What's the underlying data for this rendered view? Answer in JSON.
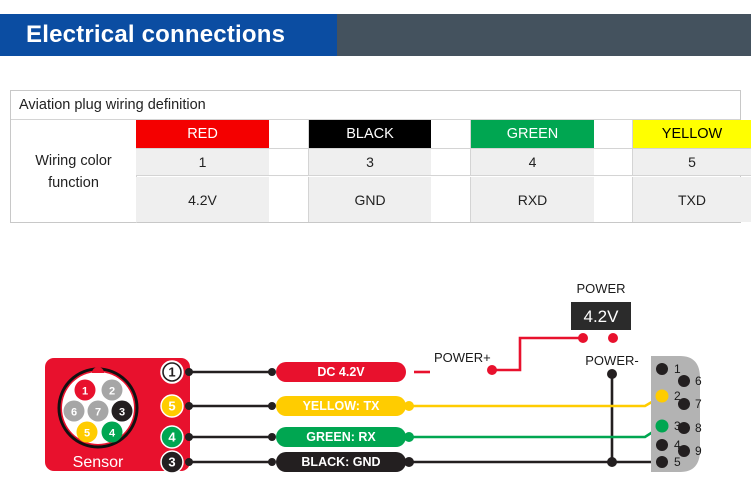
{
  "header": {
    "title": "Electrical connections",
    "bar_blue": "#0b4da2",
    "bar_gray": "#44525e"
  },
  "table": {
    "caption": "Aviation plug wiring definition",
    "row_label_line1": "Wiring color",
    "row_label_line2": "function",
    "columns": [
      {
        "color_name": "RED",
        "color_hex": "#f40000",
        "text_hex": "#ffffff",
        "pin": "1",
        "function": "4.2V"
      },
      {
        "color_name": "BLACK",
        "color_hex": "#000000",
        "text_hex": "#ffffff",
        "pin": "3",
        "function": "GND"
      },
      {
        "color_name": "GREEN",
        "color_hex": "#00a651",
        "text_hex": "#ffffff",
        "pin": "4",
        "function": "RXD"
      },
      {
        "color_name": "YELLOW",
        "color_hex": "#ffff00",
        "text_hex": "#000000",
        "pin": "5",
        "function": "TXD"
      }
    ]
  },
  "diagram": {
    "sensor": {
      "label": "Sensor",
      "body_hex": "#e8112d",
      "inner_pins": [
        {
          "num": "1",
          "hex": "#e8112d",
          "text": "#ffffff"
        },
        {
          "num": "2",
          "hex": "#a6a6a6",
          "text": "#ffffff"
        },
        {
          "num": "6",
          "hex": "#a6a6a6",
          "text": "#ffffff"
        },
        {
          "num": "7",
          "hex": "#a6a6a6",
          "text": "#ffffff"
        },
        {
          "num": "3",
          "hex": "#231f20",
          "text": "#ffffff"
        },
        {
          "num": "5",
          "hex": "#ffcc00",
          "text": "#ffffff"
        },
        {
          "num": "4",
          "hex": "#00a651",
          "text": "#ffffff"
        }
      ],
      "outlet_pins": [
        {
          "num": "1",
          "fill": "#ffffff",
          "text": "#231f20"
        },
        {
          "num": "5",
          "fill": "#ffcc00",
          "text": "#ffffff"
        },
        {
          "num": "4",
          "fill": "#00a651",
          "text": "#ffffff"
        },
        {
          "num": "3",
          "fill": "#231f20",
          "text": "#ffffff"
        }
      ]
    },
    "wires": [
      {
        "label": "DC 4.2V",
        "hex": "#e8112d",
        "text_hex": "#ffffff"
      },
      {
        "label": "YELLOW:  TX",
        "hex": "#ffcc00",
        "text_hex": "#ffffff"
      },
      {
        "label": "GREEN:  RX",
        "hex": "#00a651",
        "text_hex": "#ffffff"
      },
      {
        "label": "BLACK:  GND",
        "hex": "#231f20",
        "text_hex": "#ffffff"
      }
    ],
    "power_supply": {
      "caption": "POWER",
      "value": "4.2V",
      "box_hex": "#2b2b2b"
    },
    "annotations": {
      "power_plus": "POWER+",
      "power_minus": "POWER-"
    },
    "db9": {
      "body_hex": "#b3b3b3",
      "left_pins": [
        {
          "num": "1",
          "hex": "#231f20"
        },
        {
          "num": "2",
          "hex": "#ffcc00"
        },
        {
          "num": "3",
          "hex": "#00a651"
        },
        {
          "num": "4",
          "hex": "#231f20"
        },
        {
          "num": "5",
          "hex": "#231f20"
        }
      ],
      "right_pins": [
        {
          "num": "6",
          "hex": "#231f20"
        },
        {
          "num": "7",
          "hex": "#231f20"
        },
        {
          "num": "8",
          "hex": "#231f20"
        },
        {
          "num": "9",
          "hex": "#231f20"
        }
      ]
    }
  }
}
